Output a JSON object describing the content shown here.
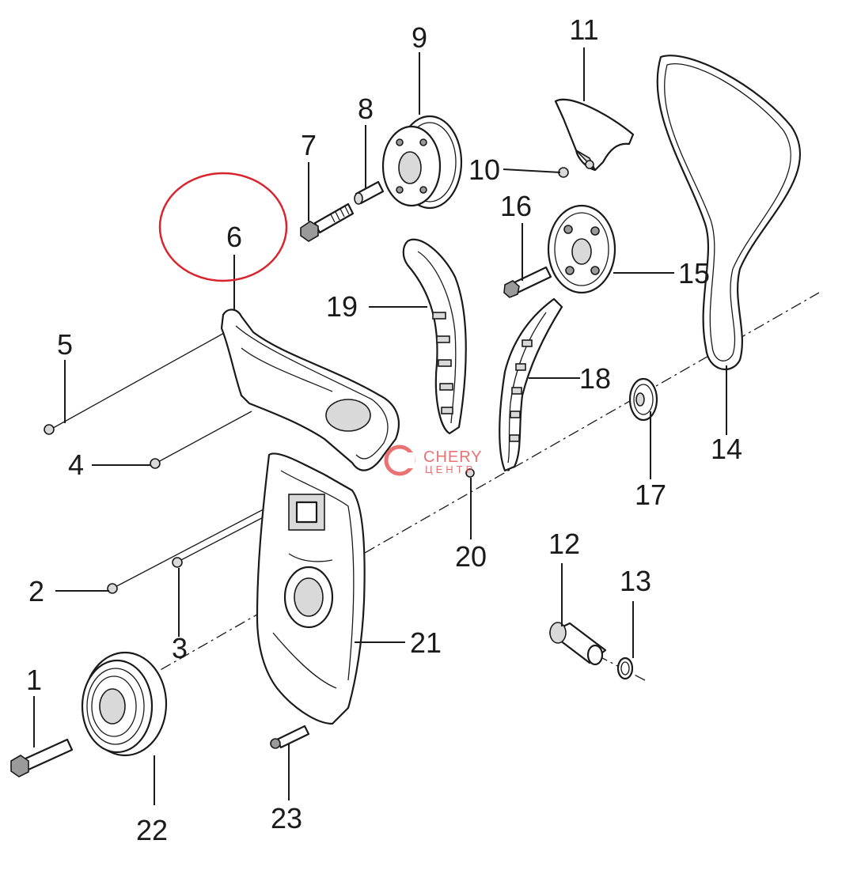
{
  "callouts": {
    "c1": "1",
    "c2": "2",
    "c3": "3",
    "c4": "4",
    "c5": "5",
    "c6": "6",
    "c7": "7",
    "c8": "8",
    "c9": "9",
    "c10": "10",
    "c11": "11",
    "c12": "12",
    "c13": "13",
    "c14": "14",
    "c15": "15",
    "c16": "16",
    "c17": "17",
    "c18": "18",
    "c19": "19",
    "c20": "20",
    "c21": "21",
    "c22": "22",
    "c23": "23"
  },
  "watermark": {
    "line1": "CHERY",
    "line2": "ЦЕНТР"
  },
  "highlight": {
    "color": "#d9232d",
    "target": "6"
  }
}
